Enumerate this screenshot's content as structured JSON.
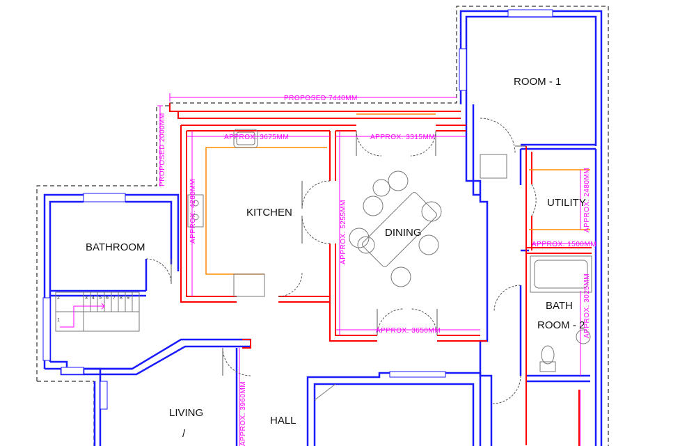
{
  "rooms": {
    "room1": "ROOM - 1",
    "kitchen": "KITCHEN",
    "dining": "DINING",
    "bathroom": "BATHROOM",
    "utility": "UTILITY",
    "bath2_line1": "BATH",
    "bath2_line2": "ROOM - 2",
    "living": "LIVING",
    "living_slash": "/",
    "hall": "HALL"
  },
  "dimensions": {
    "proposed_width": "PROPOSED 7440MM",
    "proposed_depth": "PROPOSED 2000MM",
    "kitchen_width": "APPROX. 3675MM",
    "kitchen_depth": "APPROX. 4280MM",
    "dining_width_top": "APPROX. 3315MM",
    "dining_depth": "APPROX. 5255MM",
    "dining_width_bottom": "APPROX. 3650MM",
    "utility_depth": "APPROX. 2480MM",
    "utility_width": "APPROX. 1500MM",
    "bath2_depth": "APPROX. 3025MM",
    "hall_depth": "APPROX. 3960MM"
  },
  "stairs": {
    "steps": [
      "1",
      "2",
      "3",
      "4",
      "5",
      "6",
      "7",
      "8",
      "9"
    ]
  },
  "colors": {
    "existing_wall": "#1a1aff",
    "proposed_wall": "#ff0000",
    "dimension": "#ff00ff",
    "fittings": "#ff8c00",
    "fixtures": "#888888",
    "outline_dashed": "#000000"
  }
}
